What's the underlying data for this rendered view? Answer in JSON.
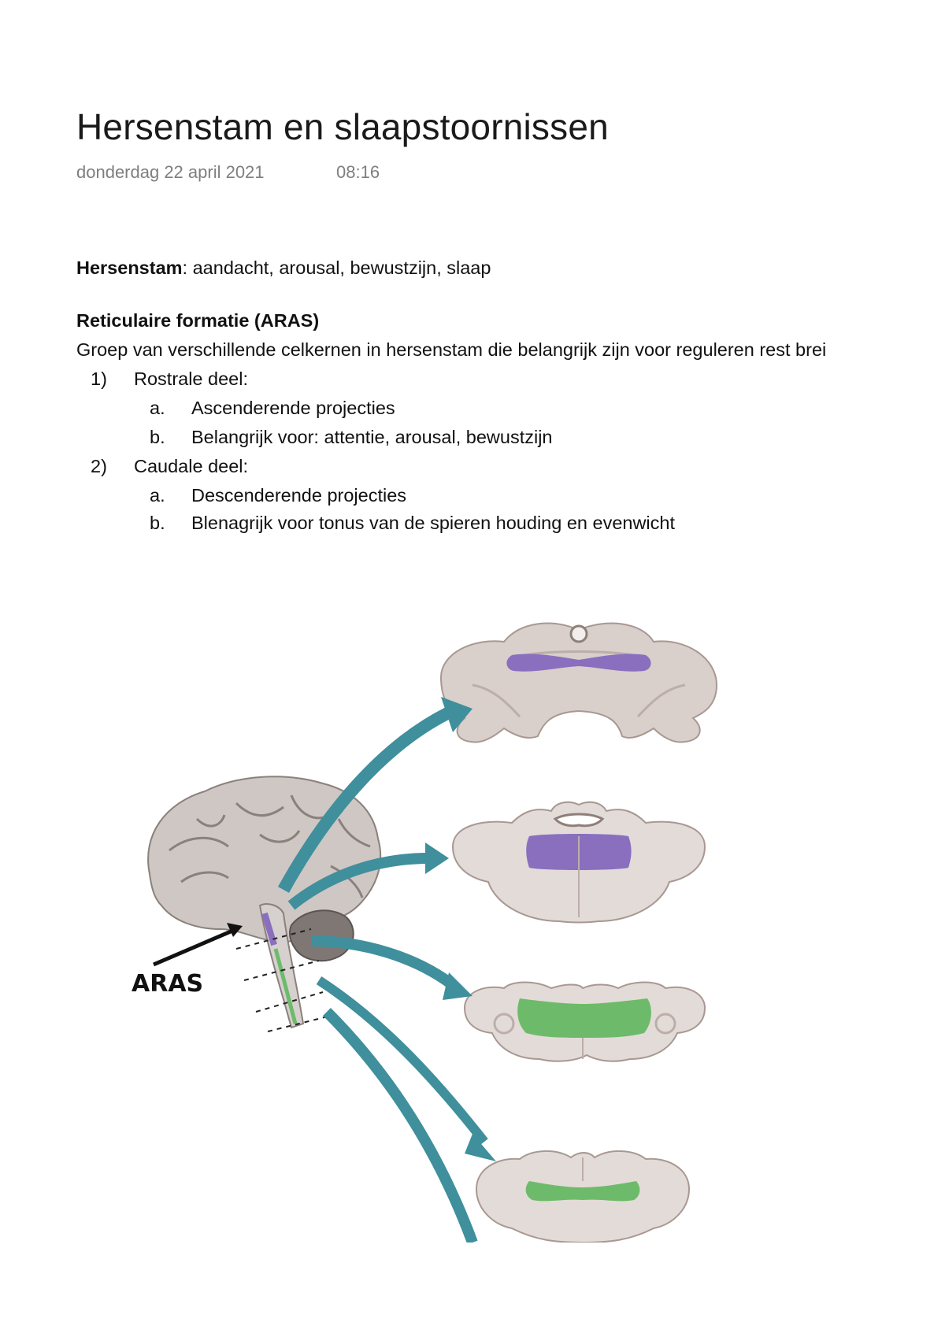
{
  "page": {
    "title": "Hersenstam en slaapstoornissen",
    "date": "donderdag 22 april 2021",
    "time": "08:16"
  },
  "content": {
    "line1_bold": "Hersenstam",
    "line1_rest": ": aandacht, arousal, bewustzijn, slaap",
    "heading2": "Reticulaire formatie (ARAS)",
    "line3": "Groep van verschillende celkernen in hersenstam die belangrijk zijn voor reguleren rest brei",
    "list": [
      {
        "marker": "1)",
        "text": "Rostrale deel:",
        "sub": [
          {
            "marker": "a.",
            "text": "Ascenderende projecties"
          },
          {
            "marker": "b.",
            "text": "Belangrijk voor: attentie, arousal, bewustzijn"
          }
        ]
      },
      {
        "marker": "2)",
        "text": "Caudale deel:",
        "sub": [
          {
            "marker": "a.",
            "text": "Descenderende projecties"
          },
          {
            "marker": "b.",
            "text": "Blenagrijk voor tonus van de spieren houding en evenwicht"
          }
        ]
      }
    ]
  },
  "figure": {
    "label": "ARAS",
    "colors": {
      "arrow": "#3f8f9c",
      "tissue": "#d9cfcb",
      "tissue_dark": "#b9a9a4",
      "purple": "#8a6fbf",
      "green": "#6dbb6a",
      "brain": "#cfc7c3"
    }
  }
}
